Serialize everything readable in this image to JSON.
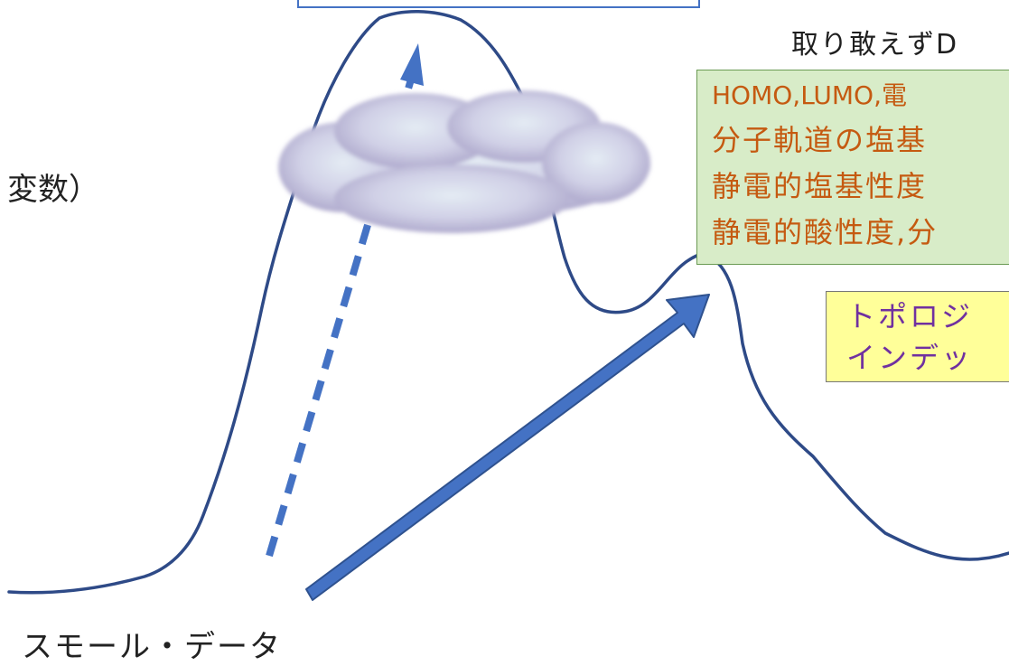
{
  "left_label": "変数）",
  "bottom_label": "スモール・データ",
  "top_note": "取り敢えずD",
  "descriptor_box": {
    "lines": [
      "HOMO,LUMO,電",
      "分子軌道の塩基",
      "静電的塩基性度",
      "静電的酸性度,分"
    ],
    "fill": "#d8ecc8",
    "border": "#6a9a53",
    "text_color": "#c55a11"
  },
  "topology_box": {
    "lines": [
      "トポロジ",
      "インデッ"
    ],
    "fill": "#ffff99",
    "border": "#777777",
    "text_color": "#7030a0"
  },
  "colors": {
    "curve": "#2e4a87",
    "arrow": "#4472c4",
    "cloud": "#c8c4df",
    "top_box_border": "#4472c4"
  },
  "icons": {
    "cloud": "cloud-icon",
    "solid_arrow": "solid-arrow",
    "dashed_arrow": "dashed-arrow"
  }
}
